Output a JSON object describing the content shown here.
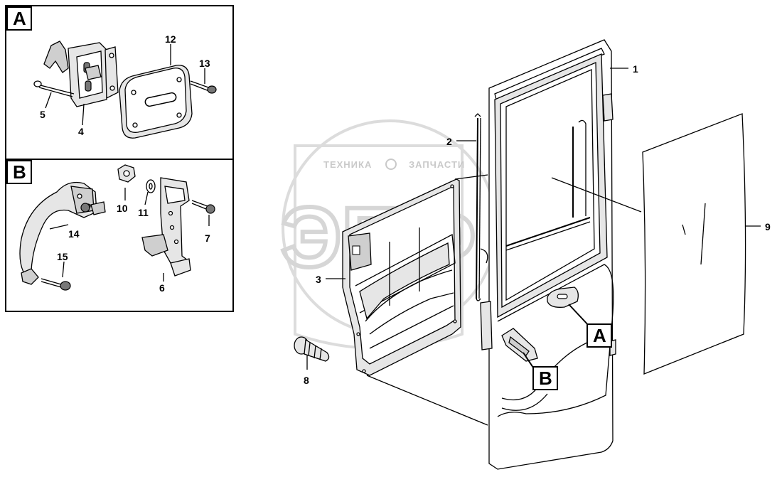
{
  "watermark": {
    "line1_left": "ТЕХНИКА",
    "line1_right": "ЗАПЧАСТИ",
    "logo_letters": "ЭПФ"
  },
  "panels": {
    "a": {
      "letter": "A"
    },
    "b": {
      "letter": "B"
    }
  },
  "callouts": {
    "a": "A",
    "b": "B"
  },
  "parts": {
    "p1": "1",
    "p2": "2",
    "p3": "3",
    "p4": "4",
    "p5": "5",
    "p6": "6",
    "p7": "7",
    "p8": "8",
    "p9": "9",
    "p10": "10",
    "p11": "11",
    "p12": "12",
    "p13": "13",
    "p14": "14",
    "p15": "15"
  },
  "colors": {
    "line": "#000000",
    "shade": "#e6e6e6",
    "watermark": "#c9c9c9"
  }
}
